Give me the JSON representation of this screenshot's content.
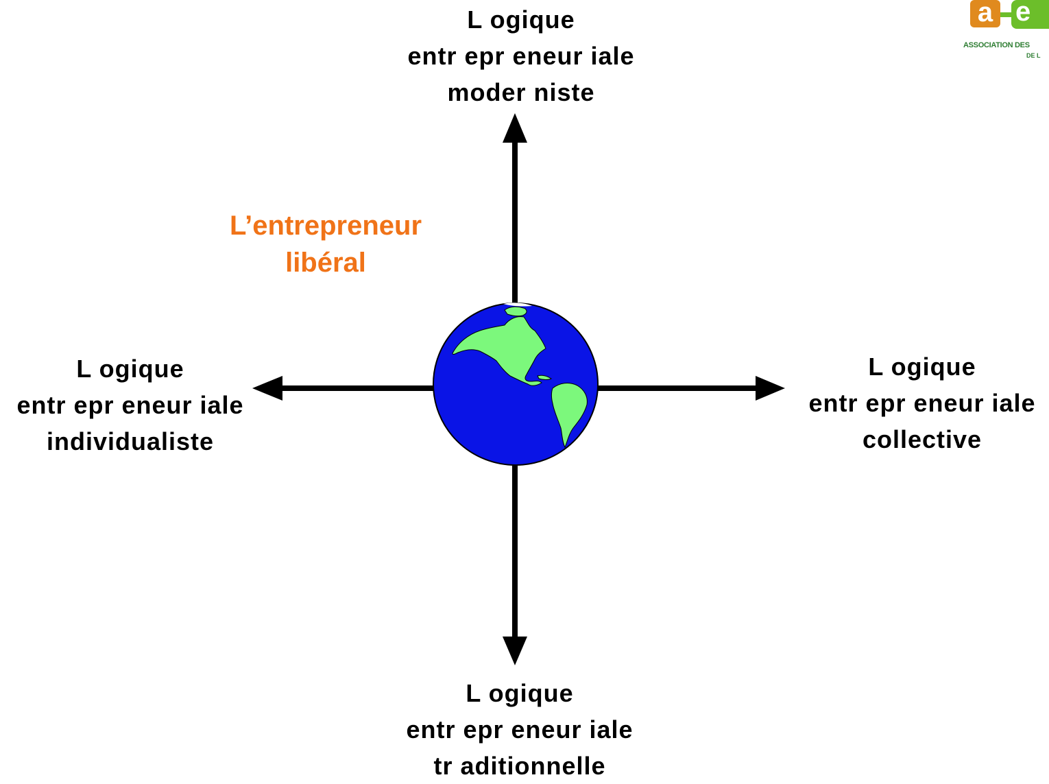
{
  "diagram": {
    "axes": {
      "top": {
        "lines": [
          "L ogique",
          "entr epr eneur iale",
          "moder niste"
        ]
      },
      "bottom": {
        "lines": [
          "L ogique",
          "entr epr eneur iale",
          "tr aditionnelle"
        ]
      },
      "left": {
        "lines": [
          "L ogique",
          "entr epr eneur iale",
          "individualiste"
        ]
      },
      "right": {
        "lines": [
          "L ogique",
          "entr epr eneur iale",
          "collective"
        ]
      }
    },
    "highlight": {
      "lines": [
        "L’entrepreneur",
        "libéral"
      ],
      "color": "#F07318"
    },
    "center_icon": "globe-icon",
    "colors": {
      "arrow": "#000000",
      "globe_ocean": "#0A14E6",
      "globe_land": "#7CF87C"
    }
  },
  "logo": {
    "mark_left": "a",
    "mark_right": "e",
    "text_line_1": "ASSOCIATION DES",
    "text_line_2": "DE L",
    "colors": {
      "mark_left_bg": "#E08A1E",
      "mark_right_bg": "#6CBE2A",
      "text": "#2E7D32"
    }
  }
}
